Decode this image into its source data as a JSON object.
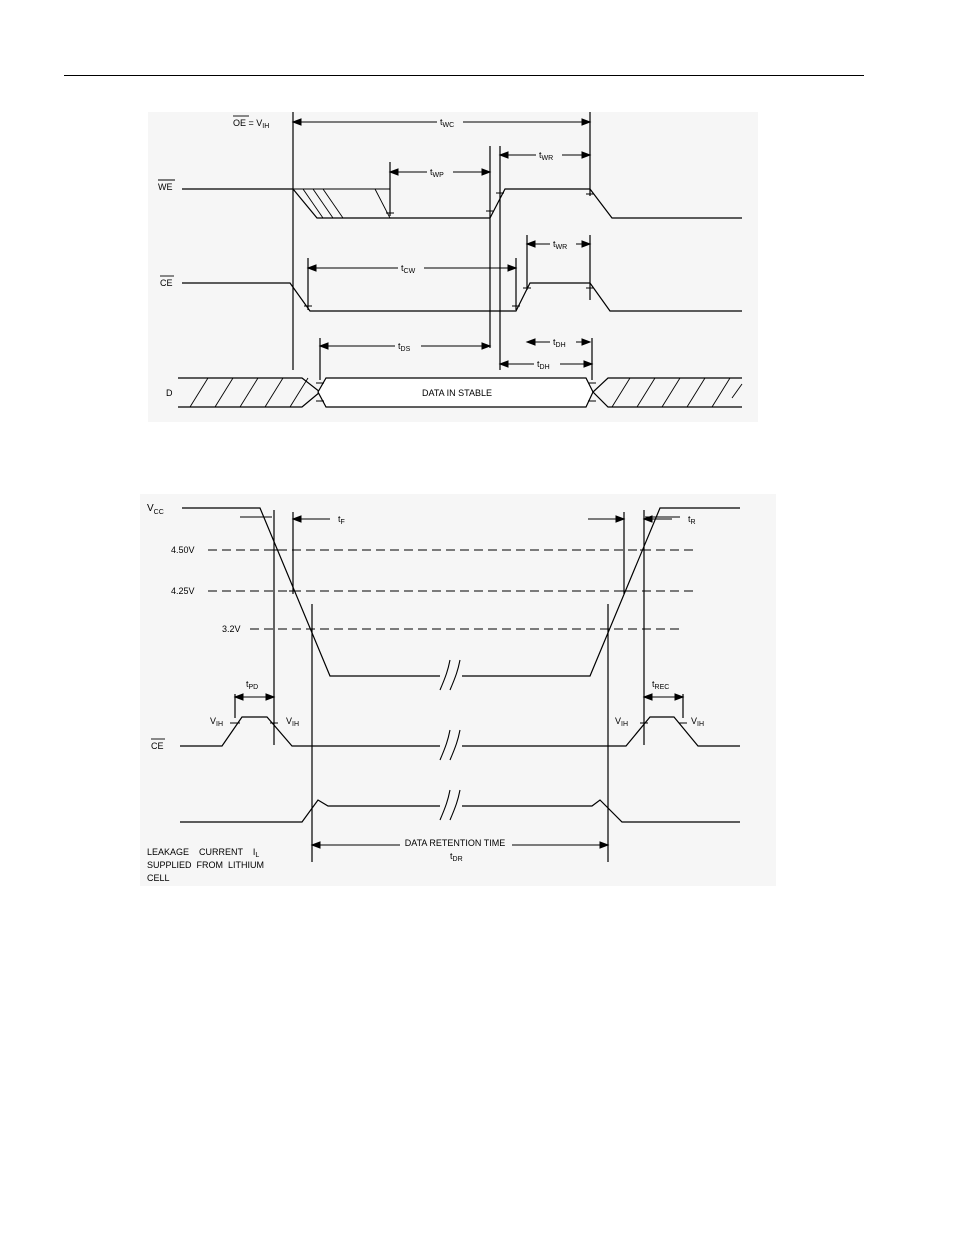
{
  "colors": {
    "ink": "#000000",
    "paper": "#ffffff",
    "panel": "#f6f6f6"
  },
  "write_cycle_diagram": {
    "signals": {
      "we": "WE",
      "ce": "CE",
      "d": "D",
      "oe_condition": {
        "main": "OE",
        "eq": " = V",
        "sub": "IH"
      }
    },
    "timing": {
      "t_wc": {
        "main": "t",
        "sub": "WC"
      },
      "t_wp": {
        "main": "t",
        "sub": "WP"
      },
      "t_wr1": {
        "main": "t",
        "sub": "WR"
      },
      "t_wr2": {
        "main": "t",
        "sub": "WR"
      },
      "t_cw": {
        "main": "t",
        "sub": "CW"
      },
      "t_ds": {
        "main": "t",
        "sub": "DS"
      },
      "t_dh1": {
        "main": "t",
        "sub": "DH"
      },
      "t_dh2": {
        "main": "t",
        "sub": "DH"
      }
    },
    "data_label": "DATA IN STABLE"
  },
  "data_retention_diagram": {
    "vcc": {
      "main": "V",
      "sub": "CC"
    },
    "ce": "CE",
    "levels": [
      "4.50V",
      "4.25V",
      "3.2V"
    ],
    "t_f": {
      "main": "t",
      "sub": "F"
    },
    "t_r": {
      "main": "t",
      "sub": "R"
    },
    "t_pd": {
      "main": "t",
      "sub": "PD"
    },
    "t_rec": {
      "main": "t",
      "sub": "REC"
    },
    "vih": {
      "main": "V",
      "sub": "IH"
    },
    "leakage": {
      "line1": "LEAKAGE    CURRENT    I",
      "line1_sub": "L",
      "line2": "SUPPLIED  FROM  LITHIUM",
      "line3": "CELL"
    },
    "retention": {
      "label": "DATA RETENTION TIME",
      "main": "t",
      "sub": "DR"
    }
  }
}
